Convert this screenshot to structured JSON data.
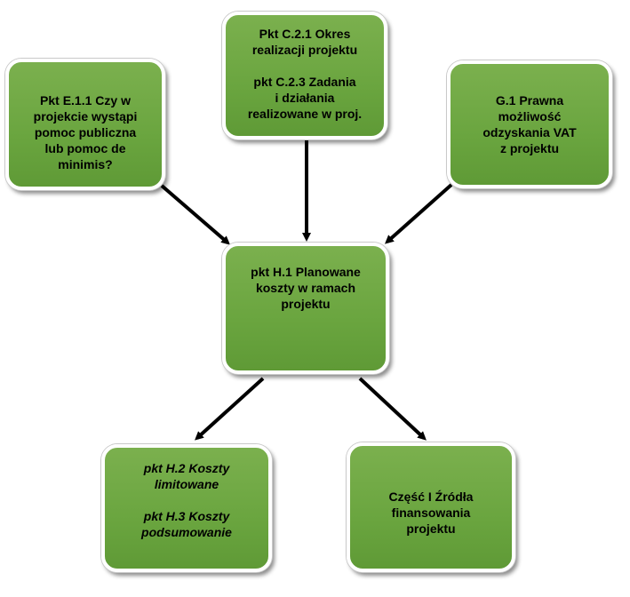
{
  "diagram": {
    "nodes": {
      "top": {
        "lines_a": [
          "Pkt C.2.1 Okres",
          "realizacji projektu"
        ],
        "lines_b": [
          "pkt C.2.3 Zadania",
          "i działania",
          "realizowane w proj."
        ]
      },
      "left": {
        "lines": [
          "Pkt E.1.1 Czy w",
          "projekcie wystąpi",
          "pomoc publiczna",
          "lub pomoc de",
          "minimis?"
        ]
      },
      "right": {
        "lines": [
          "G.1 Prawna",
          "możliwość",
          "odzyskania VAT",
          "z projektu"
        ]
      },
      "center": {
        "lines": [
          "pkt H.1 Planowane",
          "koszty w ramach",
          "projektu"
        ]
      },
      "bottom_left": {
        "lines_a": [
          "pkt H.2 Koszty",
          "limitowane"
        ],
        "lines_b": [
          "pkt H.3 Koszty",
          "podsumowanie"
        ]
      },
      "bottom_right": {
        "lines": [
          "Część I Źródła",
          "finansowania",
          "projektu"
        ]
      }
    },
    "edges": [
      {
        "from": "top",
        "to": "center"
      },
      {
        "from": "left",
        "to": "center"
      },
      {
        "from": "right",
        "to": "center"
      },
      {
        "from": "center",
        "to": "bottom_left"
      },
      {
        "from": "center",
        "to": "bottom_right"
      }
    ],
    "colors": {
      "box_fill": "#6aa53f",
      "box_border": "#ffffff",
      "arrow": "#000000",
      "text": "#000000"
    }
  }
}
